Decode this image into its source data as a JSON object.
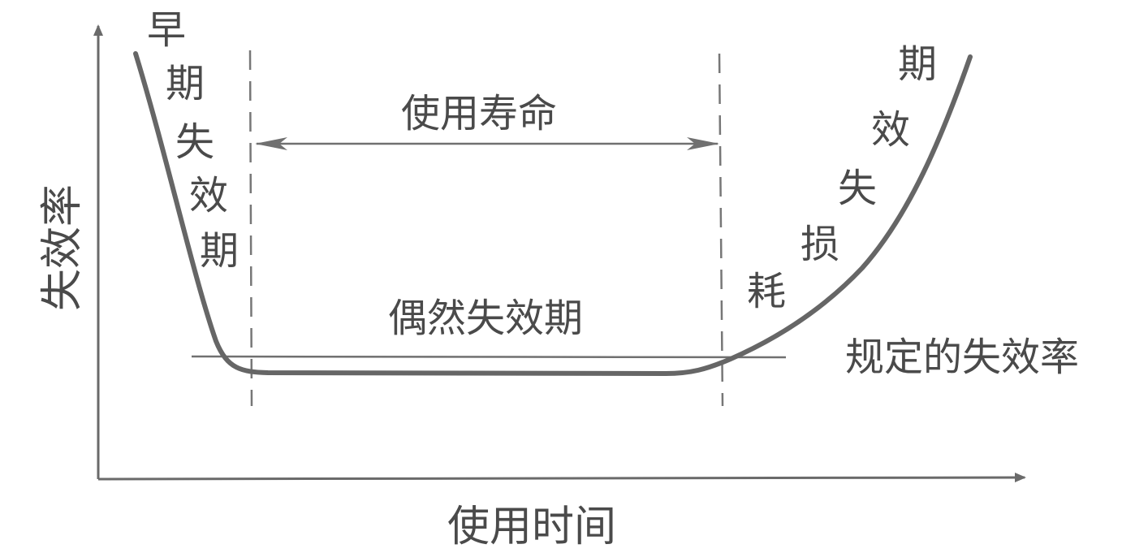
{
  "axes": {
    "y_label": "失效率",
    "x_label": "使用时间"
  },
  "labels": {
    "useful_life": "使用寿命",
    "early_failure": [
      "早",
      "期",
      "失",
      "效",
      "期"
    ],
    "random_failure": "偶然失效期",
    "wearout_failure": [
      "耗",
      "损",
      "失",
      "效",
      "期"
    ],
    "specified_rate": "规定的失效率"
  },
  "colors": {
    "line": "#666666",
    "text": "#4a4a4a"
  }
}
